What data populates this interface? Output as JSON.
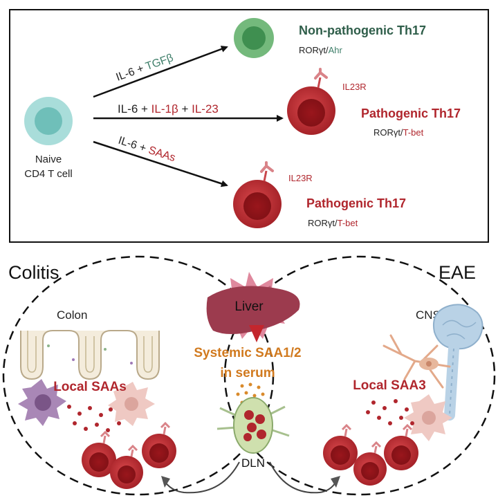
{
  "top_panel": {
    "naive_cell": {
      "line1": "Naive",
      "line2": "CD4 T cell"
    },
    "arrows": [
      {
        "parts": [
          {
            "text": "IL-6 + ",
            "color": "#222222"
          },
          {
            "text": "TGFβ",
            "color": "#3f7f6a"
          }
        ]
      },
      {
        "parts": [
          {
            "text": "IL-6 + ",
            "color": "#222222"
          },
          {
            "text": "IL-1β",
            "color": "#b0262d"
          },
          {
            "text": " + ",
            "color": "#222222"
          },
          {
            "text": "IL-23",
            "color": "#b0262d"
          }
        ]
      },
      {
        "parts": [
          {
            "text": "IL-6 + ",
            "color": "#222222"
          },
          {
            "text": "SAAs",
            "color": "#b0262d"
          }
        ]
      }
    ],
    "outcomes": [
      {
        "title": "Non-pathogenic Th17",
        "marker_a": "RORγt/",
        "marker_b": "Ahr",
        "receptor": ""
      },
      {
        "title": "Pathogenic Th17",
        "marker_a": "RORγt/",
        "marker_b": "T-bet",
        "receptor": "IL23R"
      },
      {
        "title": "Pathogenic Th17",
        "marker_a": "RORγt/",
        "marker_b": "T-bet",
        "receptor": "IL23R"
      }
    ]
  },
  "bottom_panel": {
    "left_title": "Colitis",
    "right_title": "EAE",
    "colon_label": "Colon",
    "cns_label": "CNS",
    "liver_label": "Liver",
    "systemic_line1": "Systemic SAA1/2",
    "systemic_line2": "in serum",
    "local_left": "Local SAAs",
    "local_right": "Local SAA3",
    "dln_label": "DLN"
  },
  "colors": {
    "red_text": "#b0262d",
    "green_text": "#2f5e4a",
    "orange_text": "#d17a1f",
    "cell_red": "#b0262d",
    "cell_green": "#5aa468",
    "cell_naive": "#9fd8d6"
  }
}
